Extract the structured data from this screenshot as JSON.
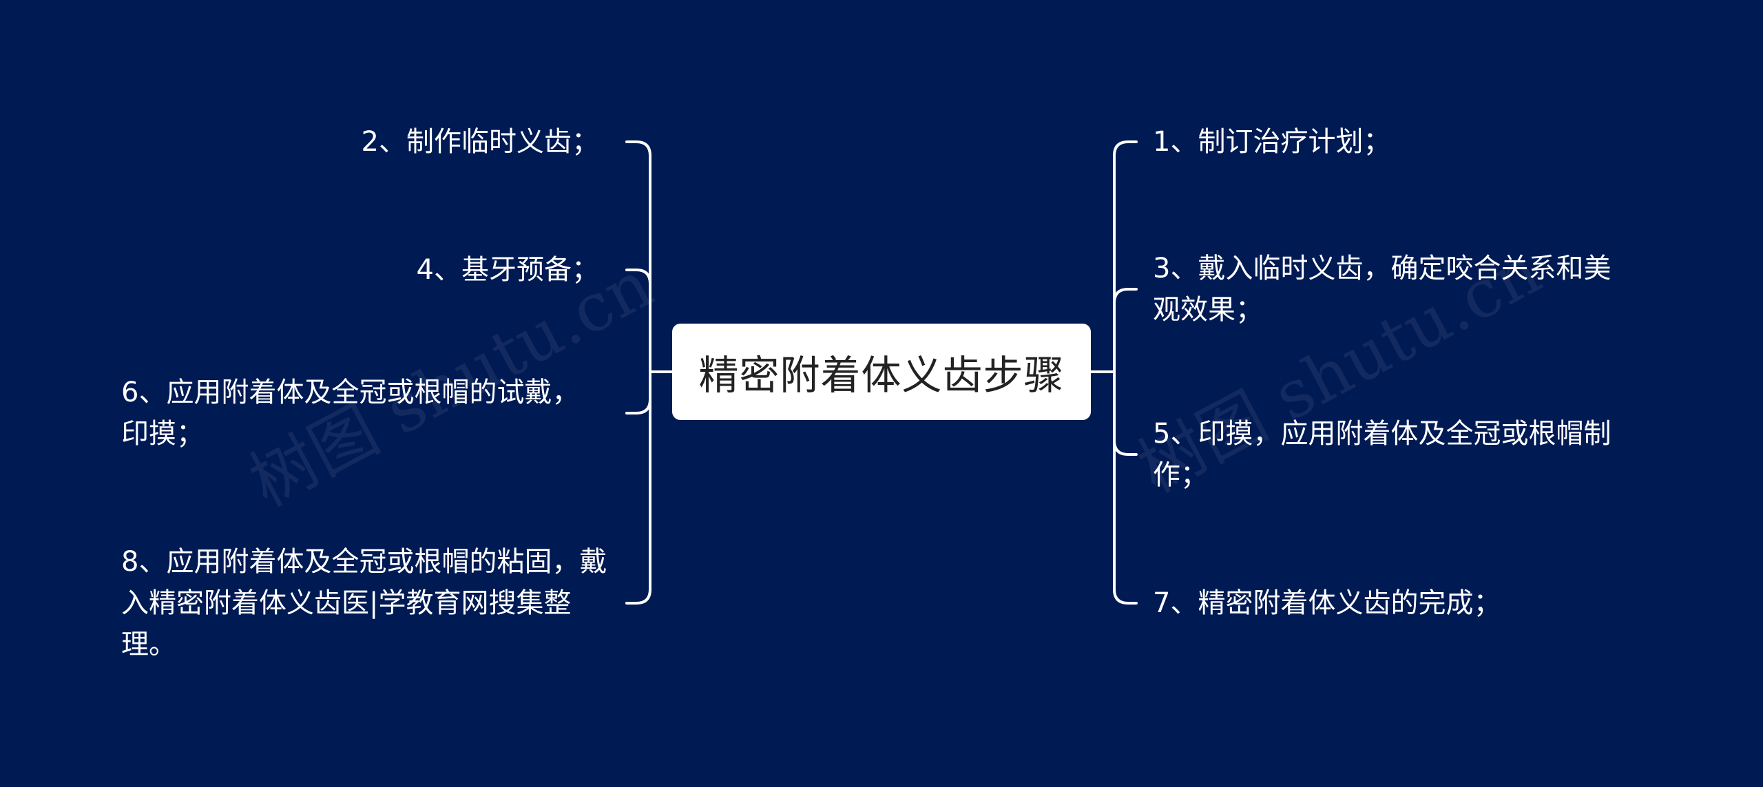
{
  "root": {
    "label": "精密附着体义齿步骤"
  },
  "left_branches": [
    {
      "label": "2、制作临时义齿；"
    },
    {
      "label": "4、基牙预备；"
    },
    {
      "label": "6、应用附着体及全冠或根帽的试戴，印摸；"
    },
    {
      "label": "8、应用附着体及全冠或根帽的粘固，戴入精密附着体义齿医|学教育网搜集整理。"
    }
  ],
  "right_branches": [
    {
      "label": "1、制订治疗计划；"
    },
    {
      "label": "3、戴入临时义齿，确定咬合关系和美观效果；"
    },
    {
      "label": "5、印摸，应用附着体及全冠或根帽制作；"
    },
    {
      "label": "7、精密附着体义齿的完成；"
    }
  ],
  "watermark": {
    "text": "树图 shutu.cn"
  },
  "colors": {
    "background": "#001a53",
    "node_fill": "#ffffff",
    "connector": "#ffffff",
    "text": "#ffffff",
    "root_text": "#222222"
  }
}
